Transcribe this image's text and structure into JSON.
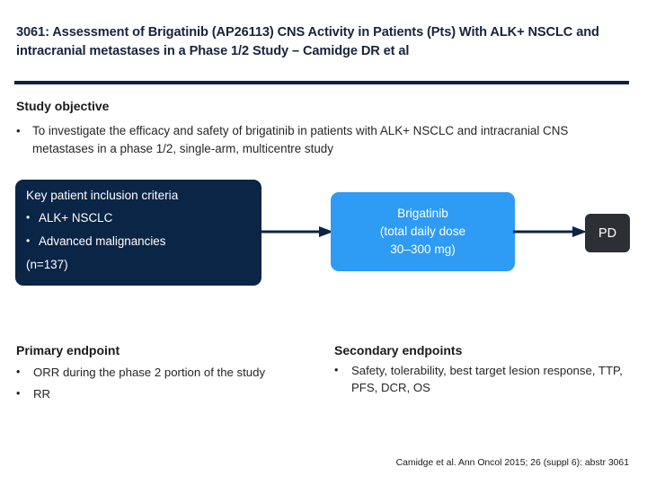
{
  "slide": {
    "title": "3061: Assessment of Brigatinib (AP26113) CNS Activity in Patients (Pts) With ALK+ NSCLC and intracranial metastases in a Phase 1/2 Study – Camidge DR et al",
    "citation": "Camidge et al. Ann Oncol 2015; 26 (suppl 6): abstr 3061"
  },
  "objective": {
    "heading": "Study objective",
    "bullet_marker": "•",
    "text": "To investigate the efficacy and safety of brigatinib in patients with ALK+ NSCLC and intracranial CNS metastases in a phase 1/2, single-arm, multicentre study"
  },
  "flow": {
    "inclusion": {
      "heading": "Key patient inclusion criteria",
      "bullet_marker": "•",
      "criteria": [
        "ALK+ NSCLC",
        "Advanced malignancies"
      ],
      "n_label": "(n=137)"
    },
    "treatment": {
      "line1": "Brigatinib",
      "line2": "(total daily dose",
      "line3": "30–300 mg)"
    },
    "outcome": {
      "label": "PD"
    }
  },
  "endpoints": {
    "primary": {
      "heading": "Primary endpoint",
      "bullet_marker": "•",
      "items": [
        "ORR during the phase 2 portion of the study",
        "RR"
      ]
    },
    "secondary": {
      "heading": "Secondary endpoints",
      "bullet_marker": "•",
      "items": [
        "Safety, tolerability, best target lesion response, TTP, PFS, DCR, OS"
      ]
    }
  },
  "colors": {
    "title_navy": "#16243d",
    "rule_navy": "#0d2340",
    "inclusion_box": "#0a2545",
    "treatment_box": "#2e9bf5",
    "outcome_box": "#2c3034",
    "arrow": "#0d2340"
  }
}
